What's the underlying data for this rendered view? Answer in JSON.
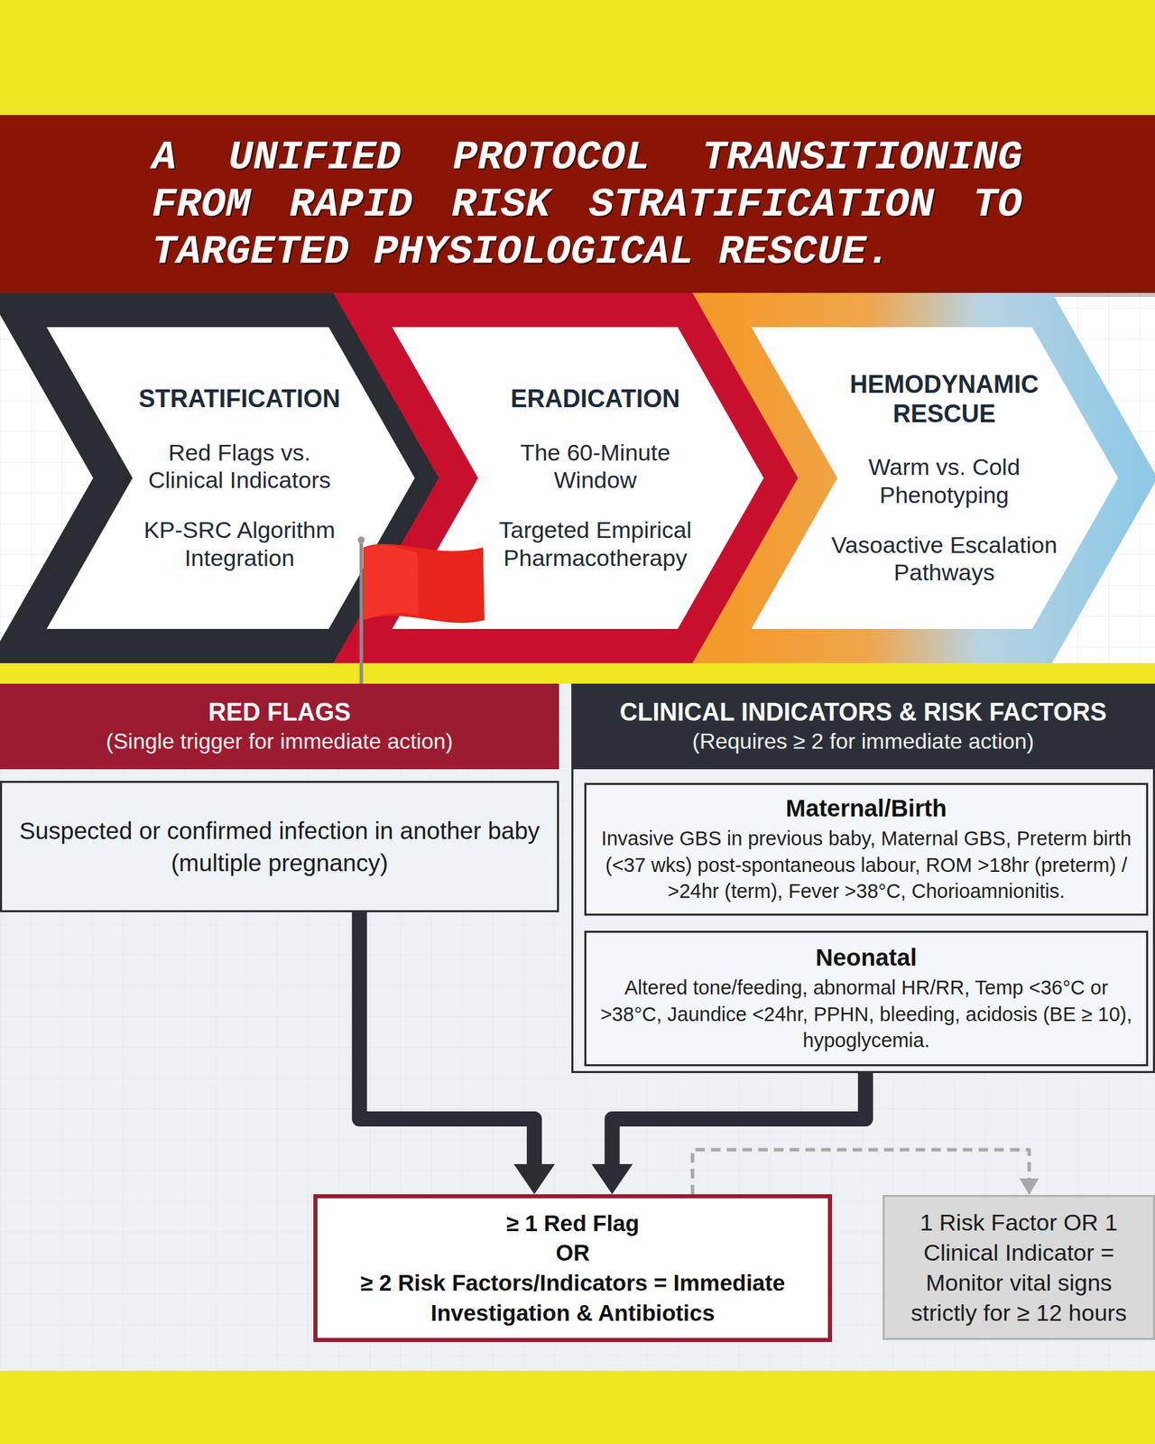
{
  "diagram": {
    "title": "A UNIFIED PROTOCOL TRANSITIONING FROM RAPID RISK STRATIFICATION TO TARGETED PHYSIOLOGICAL RESCUE.",
    "nodes": [
      {
        "text": [
          "STRATIFICATION",
          "Red Flags vs. Clinical Indicators",
          "KP-SRC Algorithm Integration"
        ]
      },
      {
        "text": [
          "ERADICATION",
          "The 60-Minute Window",
          "Targeted Empirical Pharmacotherapy"
        ]
      },
      {
        "text": [
          "HEMODYNAMIC RESCUE",
          "Warm vs. Cold Phenotyping",
          "Vasoactive Escalation Pathways"
        ]
      },
      {
        "text": [
          "RED FLAGS",
          "(Single trigger for immediate action)"
        ]
      },
      {
        "text": [
          "Suspected or confirmed infection in another baby (multiple pregnancy)"
        ]
      },
      {
        "text": [
          "CLINICAL INDICATORS & RISK FACTORS",
          "(Requires ≥ 2 for immediate action)"
        ]
      },
      {
        "text": [
          "Maternal/Birth",
          "Invasive GBS in previous baby, Maternal GBS, Preterm birth (<37 wks) post-spontaneous labour, ROM >18hr (preterm) / >24hr (term), Fever >38°C, Chorioamnionitis."
        ],
        "in": 5
      },
      {
        "text": [
          "Neonatal",
          "Altered tone/feeding, abnormal HR/RR, Temp <36°C or >38°C, Jaundice <24hr, PPHN, bleeding, acidosis (BE ≥ 10), hypoglycemia."
        ],
        "in": 5
      },
      {
        "text": [
          "≥ 1 Red Flag",
          "OR",
          "≥ 2 Risk Factors/Indicators = Immediate Investigation & Antibiotics"
        ]
      },
      {
        "text": [
          "1 Risk Factor OR 1 Clinical Indicator = Monitor vital signs strictly for ≥ 12 hours"
        ]
      }
    ],
    "edges": [
      {
        "from": 4,
        "to": 8,
        "arrow": "to"
      },
      {
        "from": 5,
        "to": 8,
        "arrow": "to"
      },
      {
        "from": 8,
        "to": 9,
        "arrow": "to"
      }
    ]
  }
}
